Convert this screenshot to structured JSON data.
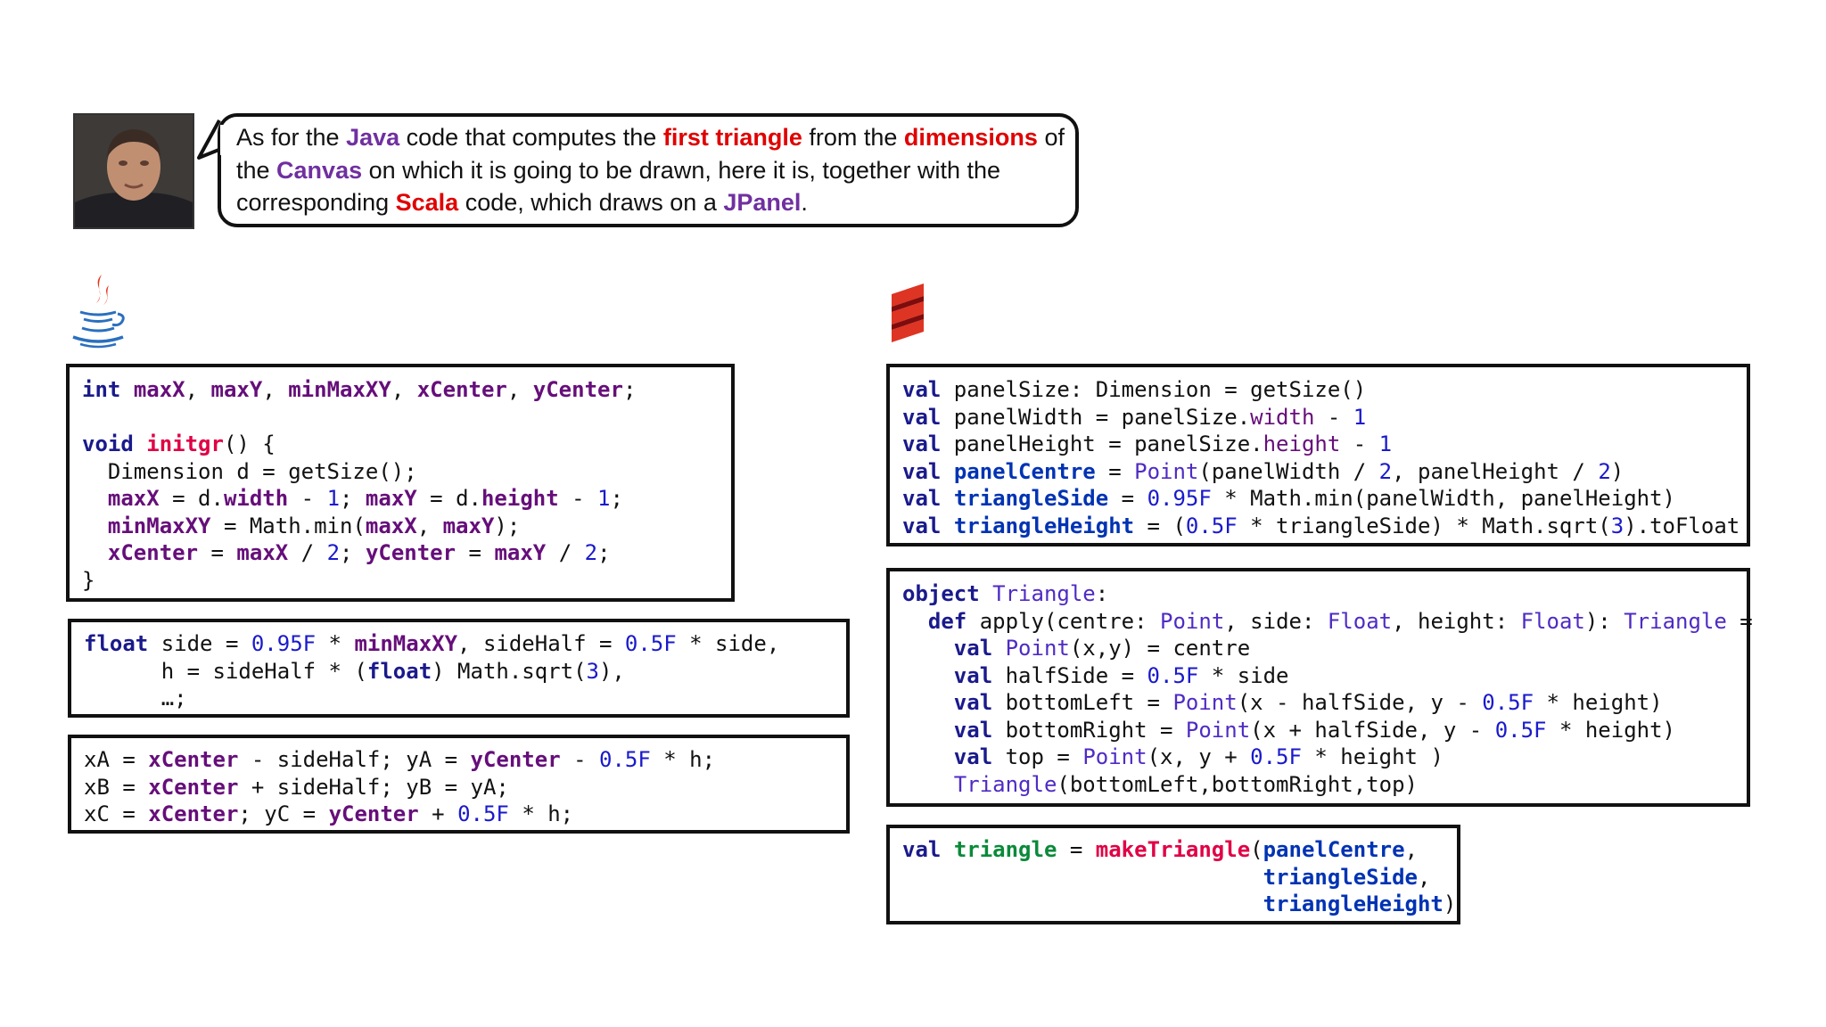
{
  "narration": {
    "t1": "As for the ",
    "java": "Java",
    "t2": " code that computes the ",
    "first_triangle": "first triangle",
    "t3": " from the ",
    "dimensions": "dimensions",
    "t4": " of the ",
    "canvas": "Canvas",
    "t5": " on which it is going to be drawn, here it is, together with the corresponding ",
    "scala": "Scala",
    "t6": " code, which draws on a ",
    "jpanel": "JPanel",
    "t7": "."
  },
  "icons": {
    "java": "java-cup-icon",
    "scala": "scala-logo-icon"
  },
  "colors": {
    "keyword": "#1a1a8c",
    "method": "#e00045",
    "field": "#660e7a",
    "number": "#1a1acc",
    "scala_type": "#4f2bc4",
    "val_decl": "#0033b3",
    "green_val": "#0a8a3a",
    "highlight_purple": "#7030a0",
    "highlight_red": "#e00000"
  },
  "java": {
    "fields": [
      [
        [
          "int",
          "kw"
        ],
        [
          " ",
          ""
        ],
        [
          "maxX",
          "pv"
        ],
        [
          ", ",
          ""
        ],
        [
          "maxY",
          "pv"
        ],
        [
          ", ",
          ""
        ],
        [
          "minMaxXY",
          "pv"
        ],
        [
          ", ",
          ""
        ],
        [
          "xCenter",
          "pv"
        ],
        [
          ", ",
          ""
        ],
        [
          "yCenter",
          "pv"
        ],
        [
          ";",
          ""
        ]
      ],
      [],
      [
        [
          "void",
          "kw"
        ],
        [
          " ",
          ""
        ],
        [
          "initgr",
          "fn"
        ],
        [
          "() {",
          ""
        ]
      ],
      [
        [
          "  Dimension d = getSize();",
          ""
        ]
      ],
      [
        [
          "  ",
          ""
        ],
        [
          "maxX",
          "pv"
        ],
        [
          " = d.",
          ""
        ],
        [
          "width",
          "pv"
        ],
        [
          " - ",
          ""
        ],
        [
          "1",
          "num"
        ],
        [
          "; ",
          ""
        ],
        [
          "maxY",
          "pv"
        ],
        [
          " = d.",
          ""
        ],
        [
          "height",
          "pv"
        ],
        [
          " - ",
          ""
        ],
        [
          "1",
          "num"
        ],
        [
          ";",
          ""
        ]
      ],
      [
        [
          "  ",
          ""
        ],
        [
          "minMaxXY",
          "pv"
        ],
        [
          " = Math.min(",
          ""
        ],
        [
          "maxX",
          "pv"
        ],
        [
          ", ",
          ""
        ],
        [
          "maxY",
          "pv"
        ],
        [
          ");",
          ""
        ]
      ],
      [
        [
          "  ",
          ""
        ],
        [
          "xCenter",
          "pv"
        ],
        [
          " = ",
          ""
        ],
        [
          "maxX",
          "pv"
        ],
        [
          " / ",
          ""
        ],
        [
          "2",
          "num"
        ],
        [
          "; ",
          ""
        ],
        [
          "yCenter",
          "pv"
        ],
        [
          " = ",
          ""
        ],
        [
          "maxY",
          "pv"
        ],
        [
          " / ",
          ""
        ],
        [
          "2",
          "num"
        ],
        [
          ";",
          ""
        ]
      ],
      [
        [
          "}",
          ""
        ]
      ]
    ],
    "side": [
      [
        [
          "float",
          "kw"
        ],
        [
          " side = ",
          ""
        ],
        [
          "0.95F",
          "num"
        ],
        [
          " * ",
          ""
        ],
        [
          "minMaxXY",
          "pv"
        ],
        [
          ", sideHalf = ",
          ""
        ],
        [
          "0.5F",
          "num"
        ],
        [
          " * side,",
          ""
        ]
      ],
      [
        [
          "      h = sideHalf * (",
          ""
        ],
        [
          "float",
          "kw"
        ],
        [
          ") Math.sqrt(",
          ""
        ],
        [
          "3",
          "num"
        ],
        [
          "),",
          ""
        ]
      ],
      [
        [
          "      …;",
          ""
        ]
      ]
    ],
    "vertices": [
      [
        [
          "xA = ",
          ""
        ],
        [
          "xCenter",
          "pv"
        ],
        [
          " - sideHalf; yA = ",
          ""
        ],
        [
          "yCenter",
          "pv"
        ],
        [
          " - ",
          ""
        ],
        [
          "0.5F",
          "num"
        ],
        [
          " * h;",
          ""
        ]
      ],
      [
        [
          "xB = ",
          ""
        ],
        [
          "xCenter",
          "pv"
        ],
        [
          " + sideHalf; yB = yA;",
          ""
        ]
      ],
      [
        [
          "xC = ",
          ""
        ],
        [
          "xCenter",
          "pv"
        ],
        [
          "; yC = ",
          ""
        ],
        [
          "yCenter",
          "pv"
        ],
        [
          " + ",
          ""
        ],
        [
          "0.5F",
          "num"
        ],
        [
          " * h;",
          ""
        ]
      ]
    ]
  },
  "scala": {
    "panel": [
      [
        [
          "val",
          "kw"
        ],
        [
          " panelSize: Dimension = getSize()",
          ""
        ]
      ],
      [
        [
          "val",
          "kw"
        ],
        [
          " panelWidth = panelSize.",
          ""
        ],
        [
          "width",
          "pp"
        ],
        [
          " - ",
          ""
        ],
        [
          "1",
          "num"
        ]
      ],
      [
        [
          "val",
          "kw"
        ],
        [
          " panelHeight = panelSize.",
          ""
        ],
        [
          "height",
          "pp"
        ],
        [
          " - ",
          ""
        ],
        [
          "1",
          "num"
        ]
      ],
      [
        [
          "val",
          "kw"
        ],
        [
          " ",
          ""
        ],
        [
          "panelCentre",
          "vd"
        ],
        [
          " = ",
          ""
        ],
        [
          "Point",
          "pb"
        ],
        [
          "(panelWidth / ",
          ""
        ],
        [
          "2",
          "num"
        ],
        [
          ", panelHeight / ",
          ""
        ],
        [
          "2",
          "num"
        ],
        [
          ")",
          ""
        ]
      ],
      [
        [
          "val",
          "kw"
        ],
        [
          " ",
          ""
        ],
        [
          "triangleSide",
          "vd"
        ],
        [
          " = ",
          ""
        ],
        [
          "0.95F",
          "num"
        ],
        [
          " * Math.min(panelWidth, panelHeight)",
          ""
        ]
      ],
      [
        [
          "val",
          "kw"
        ],
        [
          " ",
          ""
        ],
        [
          "triangleHeight",
          "vd"
        ],
        [
          " = (",
          ""
        ],
        [
          "0.5F",
          "num"
        ],
        [
          " * triangleSide) * Math.sqrt(",
          ""
        ],
        [
          "3",
          "num"
        ],
        [
          ").toFloat",
          ""
        ]
      ]
    ],
    "object": [
      [
        [
          "object",
          "kw"
        ],
        [
          " ",
          ""
        ],
        [
          "Triangle",
          "pb"
        ],
        [
          ":",
          ""
        ]
      ],
      [
        [
          "  ",
          ""
        ],
        [
          "def",
          "kw"
        ],
        [
          " apply(centre: ",
          ""
        ],
        [
          "Point",
          "pb"
        ],
        [
          ", side: ",
          ""
        ],
        [
          "Float",
          "pb"
        ],
        [
          ", height: ",
          ""
        ],
        [
          "Float",
          "pb"
        ],
        [
          "): ",
          ""
        ],
        [
          "Triangle",
          "pb"
        ],
        [
          " =",
          ""
        ]
      ],
      [
        [
          "    ",
          ""
        ],
        [
          "val",
          "kw"
        ],
        [
          " ",
          ""
        ],
        [
          "Point",
          "pb"
        ],
        [
          "(x,y) = centre",
          ""
        ]
      ],
      [
        [
          "    ",
          ""
        ],
        [
          "val",
          "kw"
        ],
        [
          " halfSide = ",
          ""
        ],
        [
          "0.5F",
          "num"
        ],
        [
          " * side",
          ""
        ]
      ],
      [
        [
          "    ",
          ""
        ],
        [
          "val",
          "kw"
        ],
        [
          " bottomLeft = ",
          ""
        ],
        [
          "Point",
          "pb"
        ],
        [
          "(x - halfSide, y - ",
          ""
        ],
        [
          "0.5F",
          "num"
        ],
        [
          " * height)",
          ""
        ]
      ],
      [
        [
          "    ",
          ""
        ],
        [
          "val",
          "kw"
        ],
        [
          " bottomRight = ",
          ""
        ],
        [
          "Point",
          "pb"
        ],
        [
          "(x + halfSide, y - ",
          ""
        ],
        [
          "0.5F",
          "num"
        ],
        [
          " * height)",
          ""
        ]
      ],
      [
        [
          "    ",
          ""
        ],
        [
          "val",
          "kw"
        ],
        [
          " top = ",
          ""
        ],
        [
          "Point",
          "pb"
        ],
        [
          "(x, y + ",
          ""
        ],
        [
          "0.5F",
          "num"
        ],
        [
          " * height )",
          ""
        ]
      ],
      [
        [
          "    ",
          ""
        ],
        [
          "Triangle",
          "pb"
        ],
        [
          "(bottomLeft,bottomRight,top)",
          ""
        ]
      ]
    ],
    "make": [
      [
        [
          "val",
          "kw"
        ],
        [
          " ",
          ""
        ],
        [
          "triangle",
          "gv"
        ],
        [
          " = ",
          ""
        ],
        [
          "makeTriangle",
          "fn"
        ],
        [
          "(",
          ""
        ],
        [
          "panelCentre",
          "vd"
        ],
        [
          ",",
          ""
        ]
      ],
      [
        [
          "                            ",
          ""
        ],
        [
          "triangleSide",
          "vd"
        ],
        [
          ",",
          ""
        ]
      ],
      [
        [
          "                            ",
          ""
        ],
        [
          "triangleHeight",
          "vd"
        ],
        [
          ")",
          ""
        ]
      ]
    ]
  }
}
